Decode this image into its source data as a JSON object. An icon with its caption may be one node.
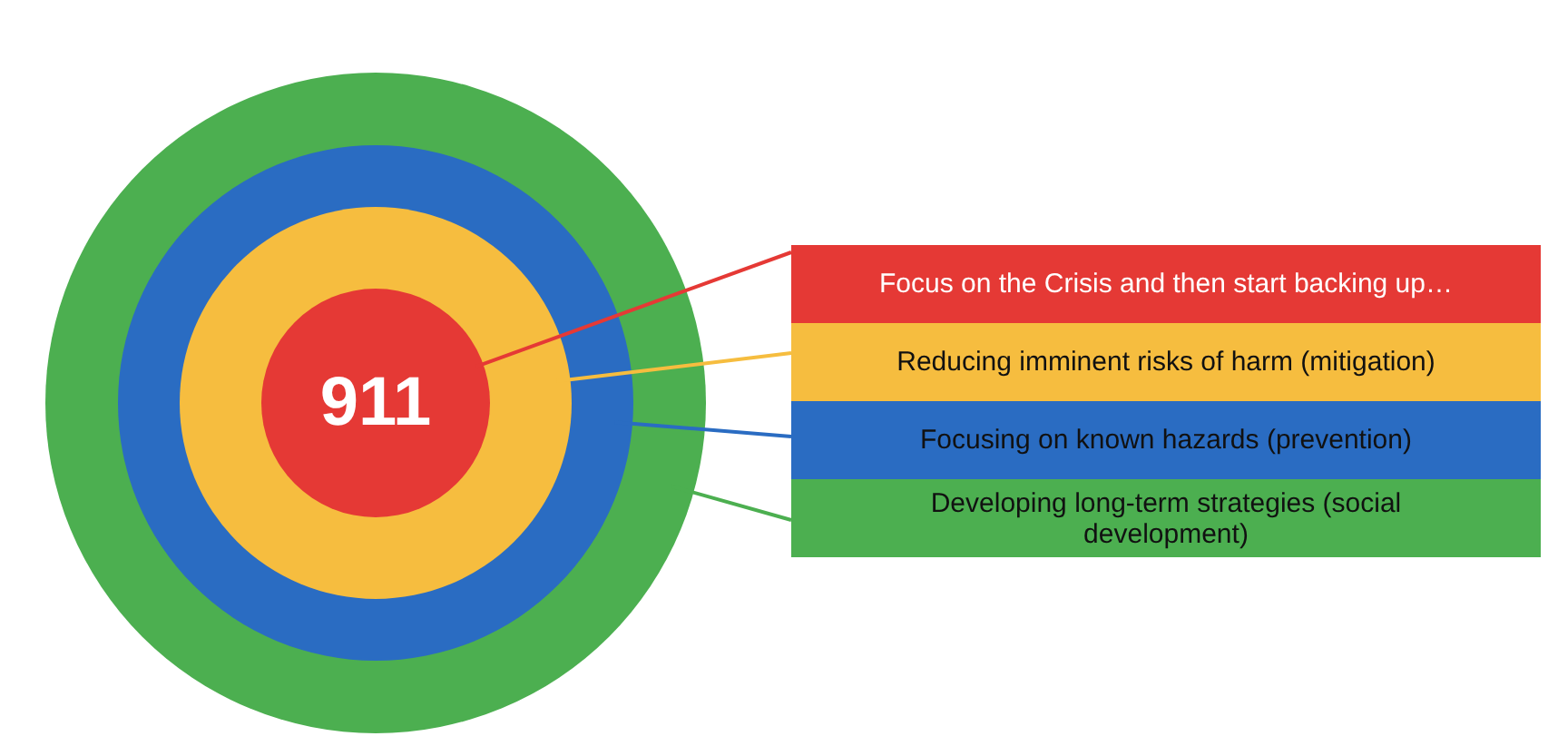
{
  "diagram": {
    "nodes": [
      {
        "text": [],
        "shape": "circle"
      },
      {
        "text": [],
        "shape": "circle",
        "in": 0
      },
      {
        "text": [],
        "shape": "circle",
        "in": 1
      },
      {
        "text": [
          "911"
        ],
        "in": 2
      },
      {
        "text": [
          "Focus on the Crisis and then start backing up…"
        ]
      },
      {
        "text": [
          "Reducing imminent risks of harm (mitigation)"
        ]
      },
      {
        "text": [
          "Focusing on known hazards (prevention)"
        ]
      },
      {
        "text": [
          "Developing long-term strategies (social development)"
        ]
      }
    ],
    "edges": [
      {
        "from": 3,
        "to": 4,
        "arrow": "none",
        "color": "#e53935"
      },
      {
        "from": 2,
        "to": 5,
        "arrow": "none",
        "color": "#f6bd3f"
      },
      {
        "from": 1,
        "to": 6,
        "arrow": "none",
        "color": "#2a6cc2"
      },
      {
        "from": 0,
        "to": 7,
        "arrow": "none",
        "color": "#4caf50"
      }
    ]
  }
}
